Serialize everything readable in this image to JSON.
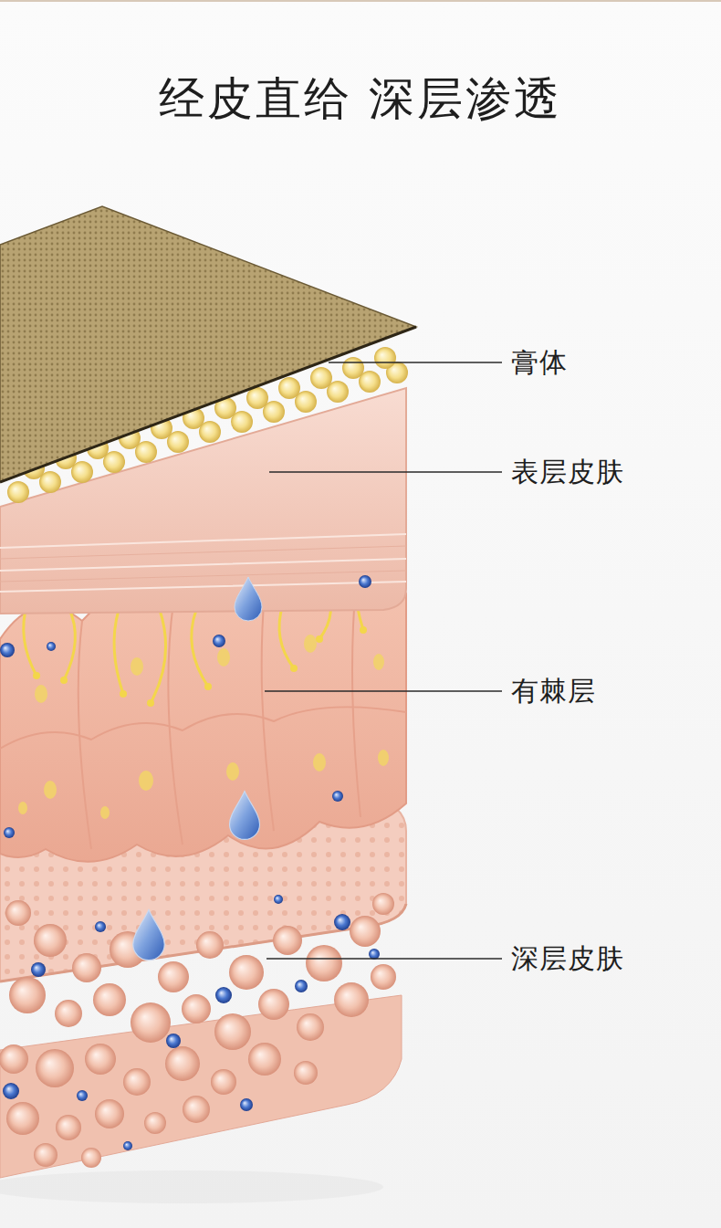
{
  "diagram": {
    "title": "经皮直给 深层渗透",
    "labels": [
      "膏体",
      "表层皮肤",
      "有棘层",
      "深层皮肤"
    ]
  }
}
